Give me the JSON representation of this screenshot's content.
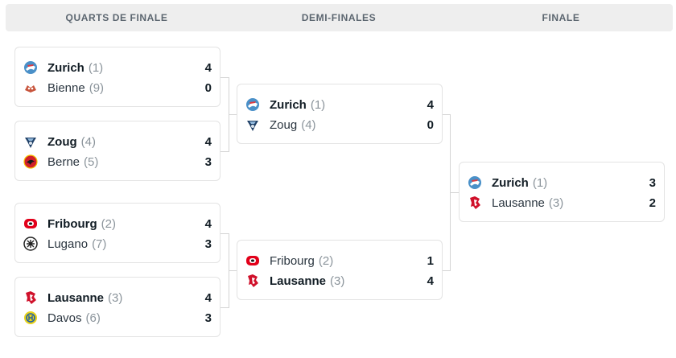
{
  "header": {
    "rounds": [
      "QUARTS DE FINALE",
      "DEMI-FINALES",
      "FINALE"
    ]
  },
  "quarters": [
    {
      "t1": {
        "name": "Zurich",
        "seed": "(1)",
        "score": "4",
        "logo": "zurich-lions-icon"
      },
      "t2": {
        "name": "Bienne",
        "seed": "(9)",
        "score": "0",
        "logo": "bienne-icon"
      }
    },
    {
      "t1": {
        "name": "Zoug",
        "seed": "(4)",
        "score": "4",
        "logo": "zoug-icon"
      },
      "t2": {
        "name": "Berne",
        "seed": "(5)",
        "score": "3",
        "logo": "berne-icon"
      }
    },
    {
      "t1": {
        "name": "Fribourg",
        "seed": "(2)",
        "score": "4",
        "logo": "fribourg-icon"
      },
      "t2": {
        "name": "Lugano",
        "seed": "(7)",
        "score": "3",
        "logo": "lugano-icon"
      }
    },
    {
      "t1": {
        "name": "Lausanne",
        "seed": "(3)",
        "score": "4",
        "logo": "lausanne-icon"
      },
      "t2": {
        "name": "Davos",
        "seed": "(6)",
        "score": "3",
        "logo": "davos-icon"
      }
    }
  ],
  "semis": [
    {
      "t1": {
        "name": "Zurich",
        "seed": "(1)",
        "score": "4",
        "logo": "zurich-lions-icon"
      },
      "t2": {
        "name": "Zoug",
        "seed": "(4)",
        "score": "0",
        "logo": "zoug-icon"
      }
    },
    {
      "t1": {
        "name": "Fribourg",
        "seed": "(2)",
        "score": "1",
        "logo": "fribourg-icon"
      },
      "t2": {
        "name": "Lausanne",
        "seed": "(3)",
        "score": "4",
        "logo": "lausanne-icon"
      }
    }
  ],
  "final": {
    "t1": {
      "name": "Zurich",
      "seed": "(1)",
      "score": "3",
      "logo": "zurich-lions-icon"
    },
    "t2": {
      "name": "Lausanne",
      "seed": "(3)",
      "score": "2",
      "logo": "lausanne-icon"
    }
  },
  "colors": {
    "zurich": "#4a90c8",
    "zurich_red": "#e03a3e",
    "bienne": "#c8553d",
    "zoug": "#1e3f66",
    "berne": "#d1202a",
    "fribourg": "#e2001a",
    "lugano": "#222222",
    "lausanne": "#d0112b",
    "davos": "#e8d21a",
    "davos_blue": "#1e5fa8"
  }
}
